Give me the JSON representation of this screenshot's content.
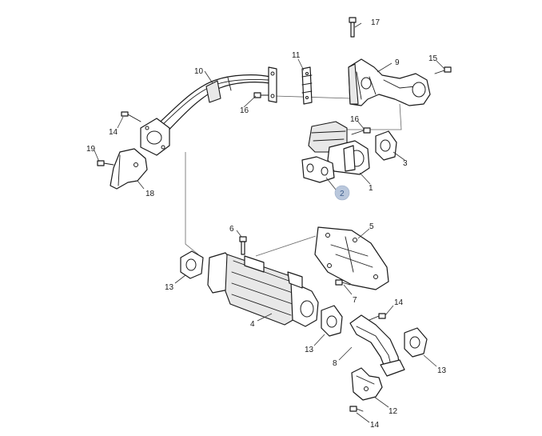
{
  "callouts": {
    "c17": "17",
    "c9": "9",
    "c15": "15",
    "c11": "11",
    "c10": "10",
    "c16a": "16",
    "c14a": "14",
    "c19": "19",
    "c18": "18",
    "c16b": "16",
    "c3": "3",
    "c1": "1",
    "c2": "2",
    "c6": "6",
    "c5": "5",
    "c13a": "13",
    "c7": "7",
    "c4": "4",
    "c14b": "14",
    "c13b": "13",
    "c8": "8",
    "c13c": "13",
    "c12": "12",
    "c14c": "14"
  },
  "colors": {
    "line": "#1a1a1a",
    "highlight": "#b9c7dc"
  }
}
